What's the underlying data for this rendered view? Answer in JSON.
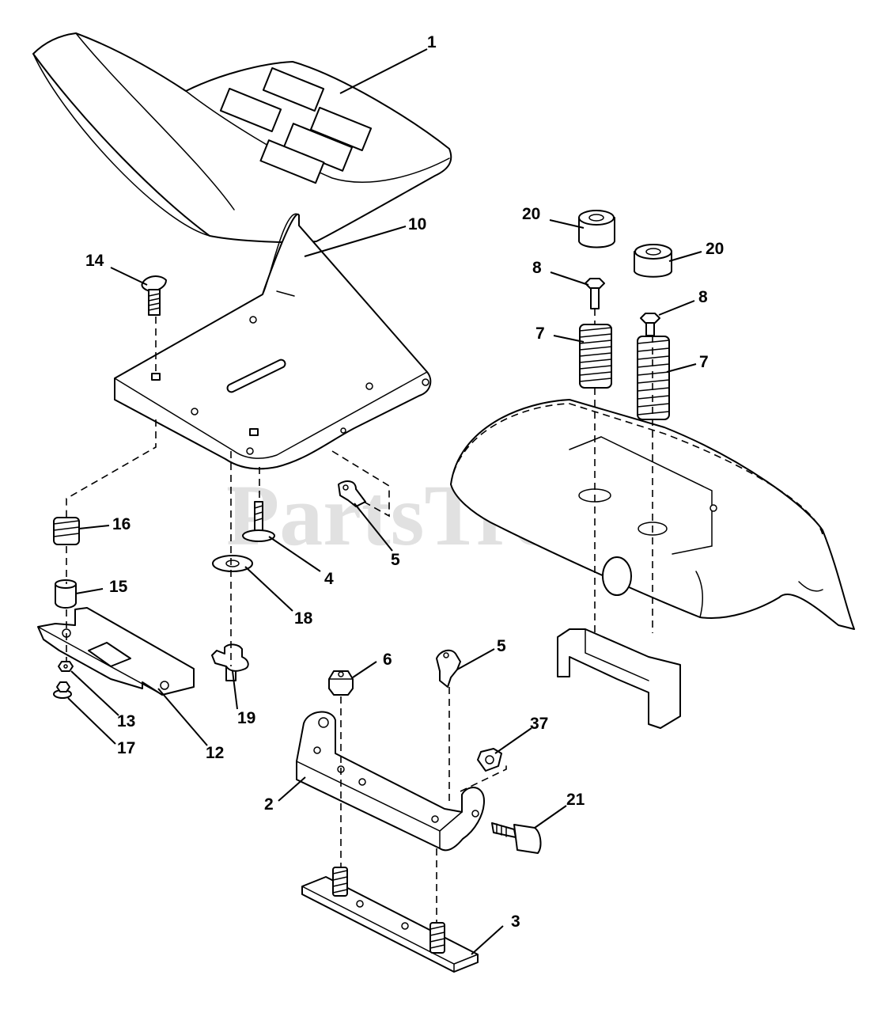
{
  "watermark": {
    "text": "PartsTree",
    "mark": "TM"
  },
  "callouts": [
    {
      "id": "c1",
      "label": "1"
    },
    {
      "id": "c14",
      "label": "14"
    },
    {
      "id": "c10",
      "label": "10"
    },
    {
      "id": "c20a",
      "label": "20"
    },
    {
      "id": "c20b",
      "label": "20"
    },
    {
      "id": "c8a",
      "label": "8"
    },
    {
      "id": "c8b",
      "label": "8"
    },
    {
      "id": "c7a",
      "label": "7"
    },
    {
      "id": "c7b",
      "label": "7"
    },
    {
      "id": "c16",
      "label": "16"
    },
    {
      "id": "c4",
      "label": "4"
    },
    {
      "id": "c5a",
      "label": "5"
    },
    {
      "id": "c15",
      "label": "15"
    },
    {
      "id": "c18",
      "label": "18"
    },
    {
      "id": "c6",
      "label": "6"
    },
    {
      "id": "c5b",
      "label": "5"
    },
    {
      "id": "c13",
      "label": "13"
    },
    {
      "id": "c19",
      "label": "19"
    },
    {
      "id": "c17",
      "label": "17"
    },
    {
      "id": "c12",
      "label": "12"
    },
    {
      "id": "c37",
      "label": "37"
    },
    {
      "id": "c2",
      "label": "2"
    },
    {
      "id": "c21",
      "label": "21"
    },
    {
      "id": "c3",
      "label": "3"
    }
  ]
}
